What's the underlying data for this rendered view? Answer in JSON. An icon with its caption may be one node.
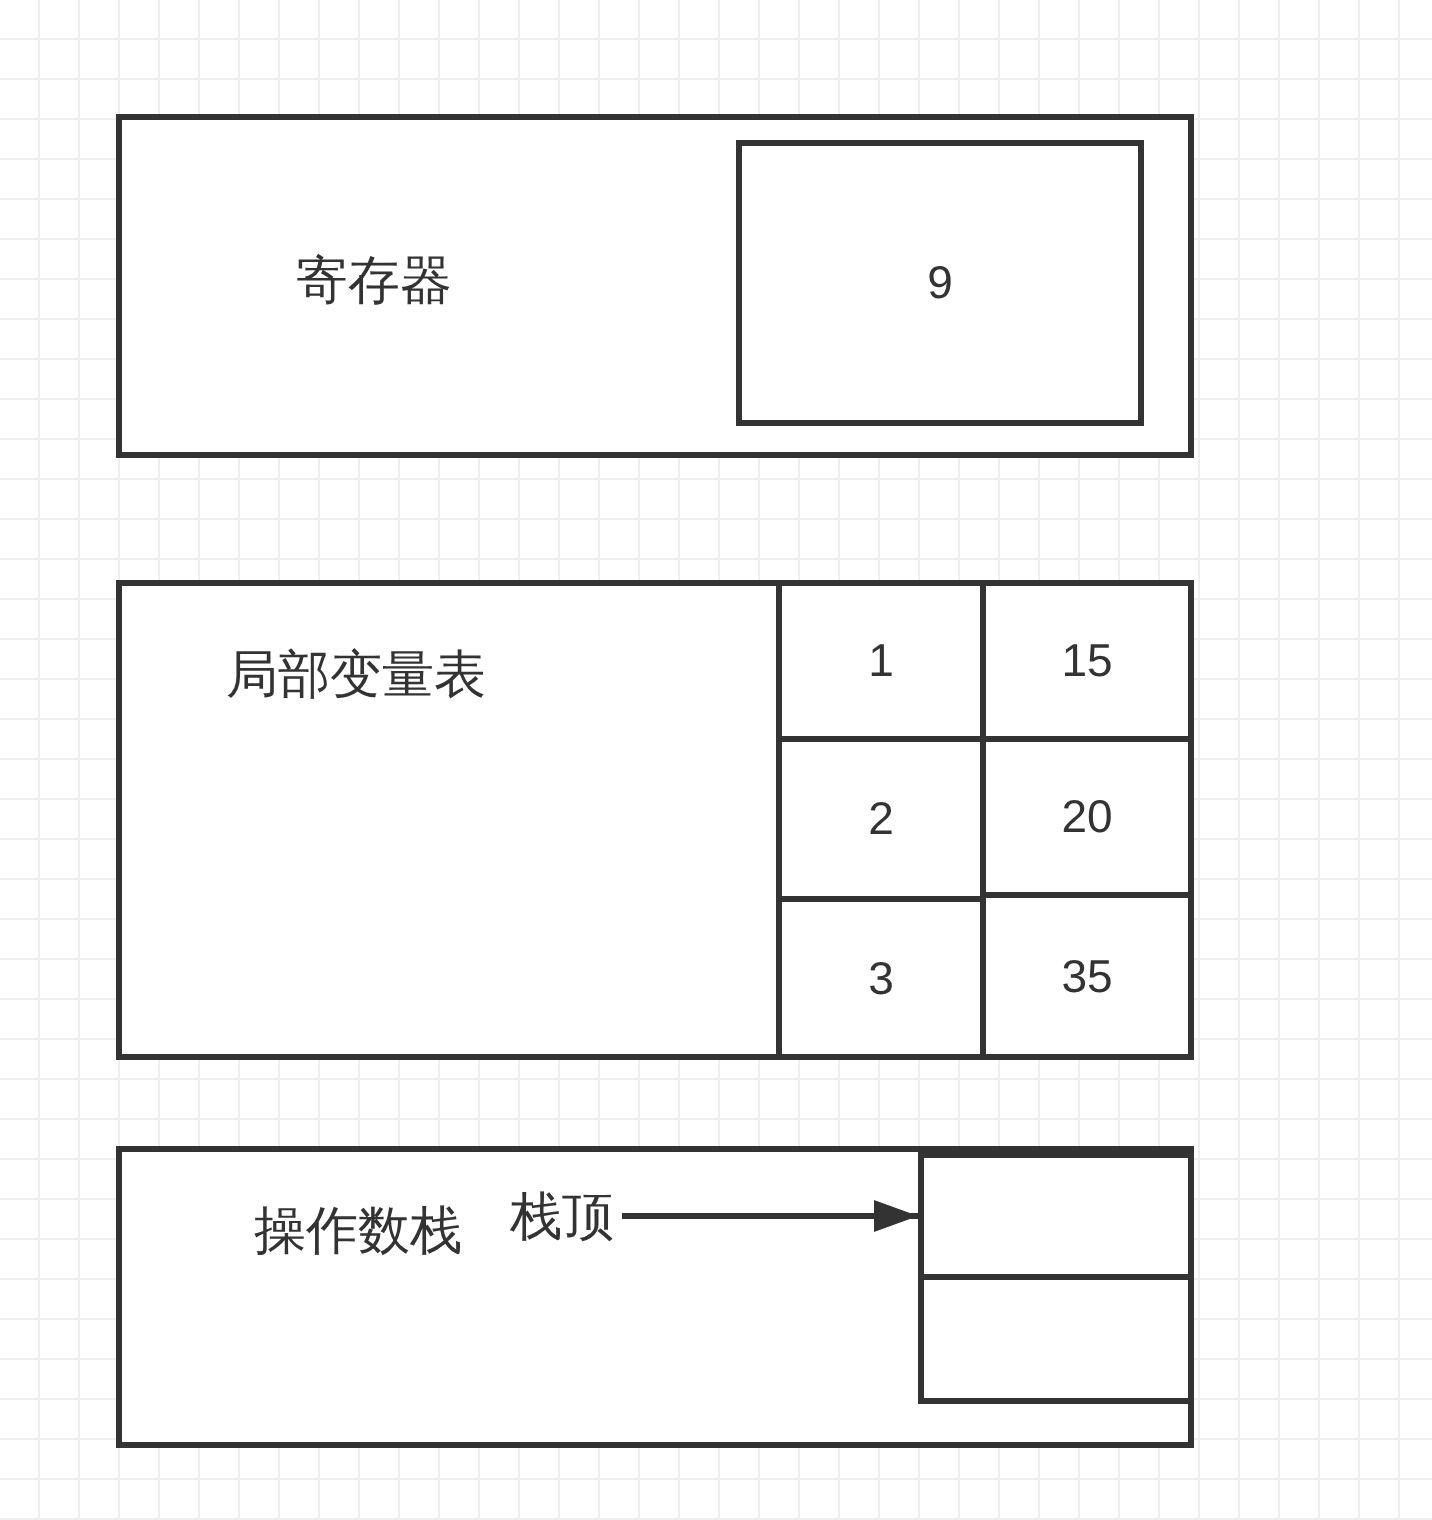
{
  "diagram": {
    "nodes": [
      {
        "text": [
          "寄存器"
        ]
      },
      {
        "text": [
          "9"
        ],
        "in": 0
      },
      {
        "text": [
          "局部变量表"
        ]
      },
      {
        "text": [
          "1"
        ],
        "in": 2
      },
      {
        "text": [
          "15"
        ],
        "in": 2
      },
      {
        "text": [
          "2"
        ],
        "in": 2
      },
      {
        "text": [
          "20"
        ],
        "in": 2
      },
      {
        "text": [
          "3"
        ],
        "in": 2
      },
      {
        "text": [
          "35"
        ],
        "in": 2
      },
      {
        "text": [
          "操作数栈"
        ]
      },
      {
        "text": [
          "栈顶"
        ],
        "in": 9
      },
      {
        "text": [],
        "shape": "box",
        "in": 9
      },
      {
        "text": [],
        "shape": "box",
        "in": 9
      }
    ],
    "edges": [
      {
        "from": 10,
        "to": 11,
        "arrow": "to"
      }
    ]
  }
}
